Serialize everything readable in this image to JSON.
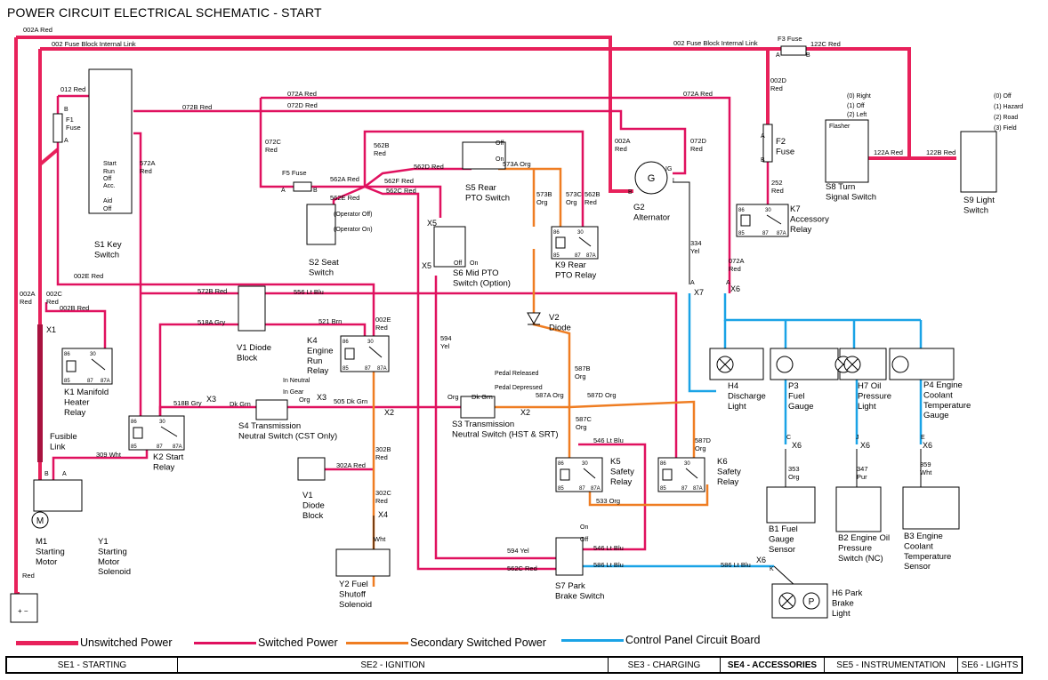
{
  "title": "POWER CIRCUIT ELECTRICAL SCHEMATIC - START",
  "legend": [
    {
      "label": "Unswitched Power",
      "color": "#e8215b"
    },
    {
      "label": "Switched Power",
      "color": "#e0115f"
    },
    {
      "label": "Secondary Switched Power",
      "color": "#ef7d22"
    },
    {
      "label": "Control Panel Circuit Board",
      "color": "#1aa3e6"
    }
  ],
  "sections": [
    "SE1 - STARTING",
    "SE2 - IGNITION",
    "SE3 - CHARGING",
    "SE4 - ACCESSORIES",
    "SE5 - INSTRUMENTATION",
    "SE6 - LIGHTS"
  ],
  "wire_labels": [
    "002A Red",
    "002 Fuse Block Internal Link",
    "002 Fuse Block Internal Link",
    "F3 Fuse",
    "122C Red",
    "012 Red",
    "072B Red",
    "072A Red",
    "072D Red",
    "072A Red",
    [
      "002D",
      "Red"
    ],
    [
      "F1",
      "Fuse"
    ],
    [
      "572A",
      "Red"
    ],
    [
      "072C",
      "Red"
    ],
    [
      "562B",
      "Red"
    ],
    "F5 Fuse",
    "562A Red",
    "562D Red",
    "573A Org",
    "562F Red",
    "562C Red",
    "562E Red",
    [
      "573B",
      "Org"
    ],
    [
      "573C",
      "Org"
    ],
    [
      "562B",
      "Red"
    ],
    [
      "002A",
      "Red"
    ],
    [
      "072D",
      "Red"
    ],
    "122A Red",
    "122B Red",
    [
      "252",
      "Red"
    ],
    [
      "334",
      "Yel"
    ],
    [
      "072A",
      "Red"
    ],
    "002E Red",
    "572B Red",
    "556 Lt Blu",
    [
      "002C",
      "Red"
    ],
    [
      "002A",
      "Red"
    ],
    "002B Red",
    "518A Gry",
    "521 Brn",
    [
      "002E",
      "Red"
    ],
    [
      "594",
      "Yel"
    ],
    [
      "587B",
      "Org"
    ],
    "518B Gry",
    "Dk Grn",
    "Org",
    "505 Dk Grn",
    "Org",
    "Dk Grn",
    "587A Org",
    "587D Org",
    [
      "587C",
      "Org"
    ],
    "309 Wht",
    "546 Lt Blu",
    [
      "587D",
      "Org"
    ],
    [
      "302B",
      "Red"
    ],
    "302A Red",
    [
      "302C",
      "Red"
    ],
    "Wht",
    "533 Org",
    [
      "353",
      "Org"
    ],
    [
      "347",
      "Pur"
    ],
    [
      "359",
      "Wht"
    ],
    "594 Yel",
    "546 Lt Blu",
    "562C Red",
    "586 Lt Blu",
    "586 Lt Blu",
    "Red"
  ],
  "connectors": [
    "X1",
    "X3",
    "X3",
    "X2",
    "X2",
    "X4",
    "X5",
    "X5",
    "X7",
    "X6",
    "X6",
    "X6",
    "X6",
    "X6"
  ],
  "pins": [
    "A",
    "B",
    "B",
    "A",
    "A",
    "B",
    "A",
    "B",
    "B",
    "L",
    "IG",
    "A",
    "A",
    "C",
    "J",
    "E",
    "K",
    "B",
    "A"
  ],
  "components": {
    "s1": [
      "S1 Key",
      "Switch"
    ],
    "s2": [
      "S2 Seat",
      "Switch"
    ],
    "s5": [
      "S5 Rear",
      "PTO Switch"
    ],
    "s6": [
      "S6 Mid PTO",
      "Switch (Option)"
    ],
    "k9": [
      "K9 Rear",
      "PTO Relay"
    ],
    "g2": [
      "G2",
      "Alternator"
    ],
    "s8": [
      "S8 Turn",
      "Signal Switch"
    ],
    "s9": [
      "S9 Light",
      "Switch"
    ],
    "f2": [
      "F2",
      "Fuse"
    ],
    "k7": [
      "K7",
      "Accessory",
      "Relay"
    ],
    "v1a": [
      "V1 Diode",
      "Block"
    ],
    "k4": [
      "K4",
      "Engine",
      "Run",
      "Relay"
    ],
    "v2": [
      "V2",
      "Diode"
    ],
    "k1": [
      "K1 Manifold",
      "Heater",
      "Relay"
    ],
    "h4": [
      "H4",
      "Discharge",
      "Light"
    ],
    "p3": [
      "P3",
      "Fuel",
      "Gauge"
    ],
    "h7": [
      "H7 Oil",
      "Pressure",
      "Light"
    ],
    "p4": [
      "P4 Engine",
      "Coolant",
      "Temperature",
      "Gauge"
    ],
    "s4": [
      "S4 Transmission",
      "Neutral Switch (CST Only)"
    ],
    "s3": [
      "S3 Transmission",
      "Neutral Switch (HST & SRT)"
    ],
    "fusible": [
      "Fusible",
      "Link"
    ],
    "k2": [
      "K2 Start",
      "Relay"
    ],
    "k5": [
      "K5",
      "Safety",
      "Relay"
    ],
    "k6": [
      "K6",
      "Safety",
      "Relay"
    ],
    "v1b": [
      "V1",
      "Diode",
      "Block"
    ],
    "m1": [
      "M1",
      "Starting",
      "Motor"
    ],
    "y1": [
      "Y1",
      "Starting",
      "Motor",
      "Solenoid"
    ],
    "y2": [
      "Y2 Fuel",
      "Shutoff",
      "Solenoid"
    ],
    "b1": [
      "B1 Fuel",
      "Gauge",
      "Sensor"
    ],
    "b2": [
      "B2 Engine Oil",
      "Pressure",
      "Switch (NC)"
    ],
    "b3": [
      "B3 Engine",
      "Coolant",
      "Temperature",
      "Sensor"
    ],
    "s7": [
      "S7 Park",
      "Brake Switch"
    ],
    "h6": [
      "H6 Park",
      "Brake",
      "Light"
    ]
  },
  "switch_positions": {
    "s1": [
      "Start",
      "Run",
      "Off",
      "Acc.",
      "Aid",
      "Off"
    ],
    "s2": [
      "(Operator Off)",
      "(Operator On)"
    ],
    "s5": [
      "Off",
      "On"
    ],
    "s6": [
      "Off",
      "On"
    ],
    "s8": [
      "(0) Right",
      "(1) Off",
      "(2) Left",
      "Flasher"
    ],
    "s9": [
      "(0) Off",
      "(1) Hazard",
      "(2) Road",
      "(3) Field"
    ],
    "s4": [
      "In Neutral",
      "In Gear"
    ],
    "s3": [
      "Pedal Released",
      "Pedal Depressed"
    ],
    "s7": [
      "On",
      "Off"
    ]
  },
  "relay_pins": [
    "86",
    "30",
    "85",
    "87",
    "87A"
  ]
}
